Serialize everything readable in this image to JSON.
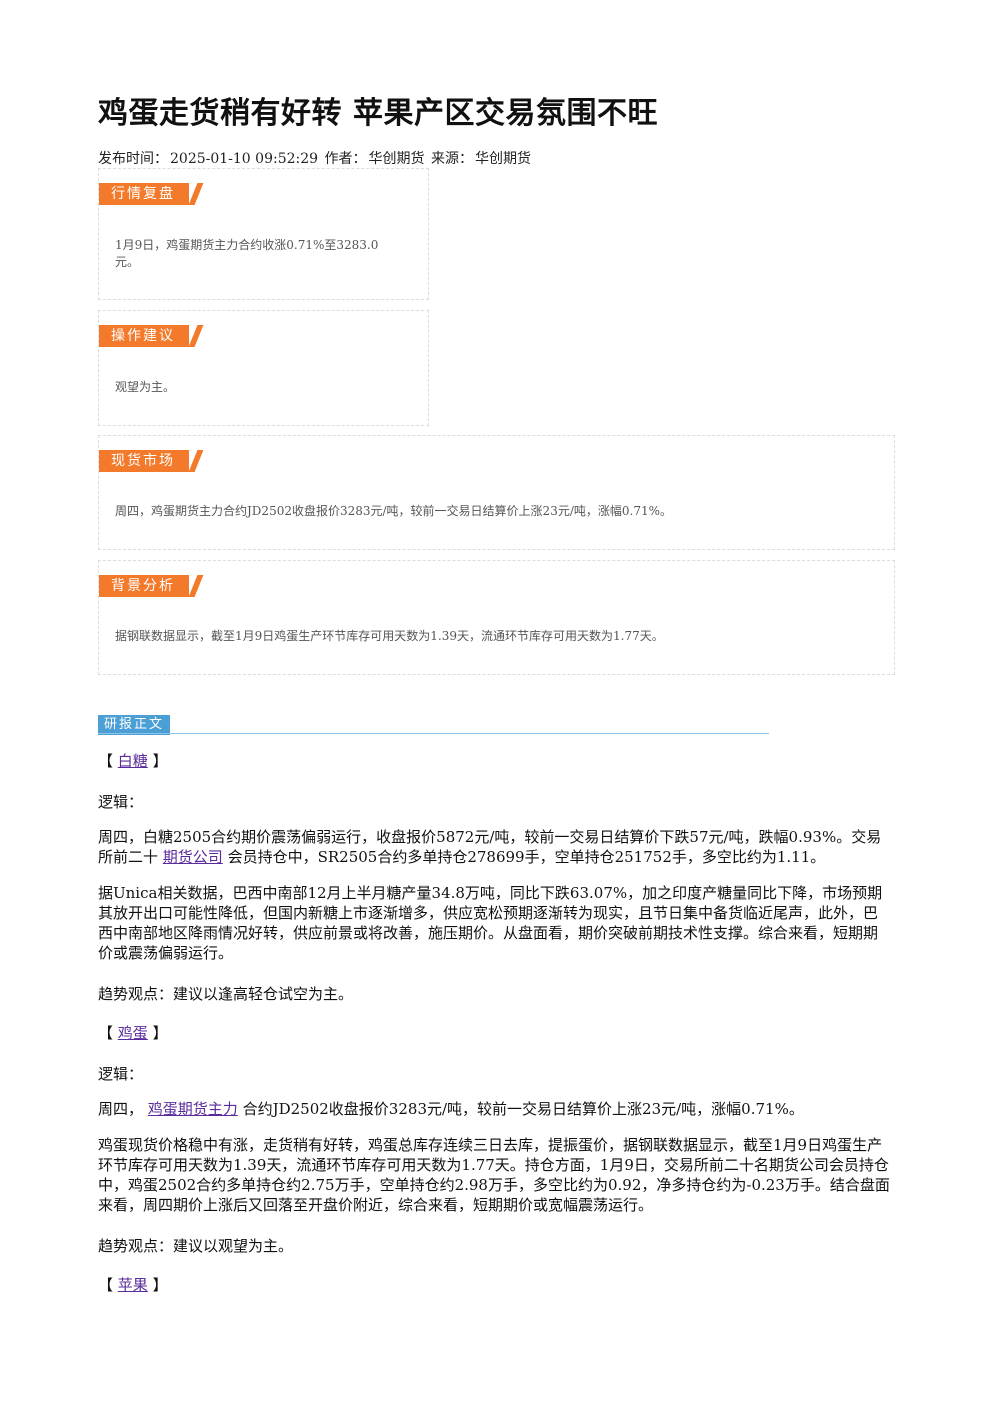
{
  "title": "鸡蛋走货稍有好转 苹果产区交易氛围不旺",
  "meta": {
    "publish_label": "发布时间：",
    "publish_time": "2025-01-10 09:52:29",
    "author_label": "作者：",
    "author": "华创期货",
    "source_label": "来源：",
    "source": "华创期货"
  },
  "cards": {
    "market_review": {
      "label": "行情复盘",
      "text": "1月9日，鸡蛋期货主力合约收涨0.71%至3283.0元。"
    },
    "operation": {
      "label": "操作建议",
      "text": "观望为主。"
    },
    "spot": {
      "label": "现货市场",
      "text": "周四，鸡蛋期货主力合约JD2502收盘报价3283元/吨，较前一交易日结算价上涨23元/吨，涨幅0.71%。"
    },
    "background": {
      "label": "背景分析",
      "text": "据钢联数据显示，截至1月9日鸡蛋生产环节库存可用天数为1.39天，流通环节库存可用天数为1.77天。"
    }
  },
  "report": {
    "tab_label": "研报正文",
    "bracket_open": "【",
    "bracket_close": "】",
    "logic_label": "逻辑：",
    "sugar": {
      "name": "白糖",
      "p1_a": "周四，白糖2505合约期价震荡偏弱运行，收盘报价5872元/吨，较前一交易日结算价下跌57元/吨，跌幅0.93%。交易所前二十",
      "p1_link": "期货公司",
      "p1_b": "会员持仓中，SR2505合约多单持仓278699手，空单持仓251752手，多空比约为1.11。",
      "p2": "据Unica相关数据，巴西中南部12月上半月糖产量34.8万吨，同比下跌63.07%，加之印度产糖量同比下降，市场预期其放开出口可能性降低，但国内新糖上市逐渐增多，供应宽松预期逐渐转为现实，且节日集中备货临近尾声，此外，巴西中南部地区降雨情况好转，供应前景或将改善，施压期价。从盘面看，期价突破前期技术性支撑。综合来看，短期期价或震荡偏弱运行。",
      "trend": "趋势观点：建议以逢高轻仓试空为主。"
    },
    "egg": {
      "name": "鸡蛋",
      "p1_a": "周四，",
      "p1_link": "鸡蛋期货主力",
      "p1_b": "合约JD2502收盘报价3283元/吨，较前一交易日结算价上涨23元/吨，涨幅0.71%。",
      "p2": "鸡蛋现货价格稳中有涨，走货稍有好转，鸡蛋总库存连续三日去库，提振蛋价，据钢联数据显示，截至1月9日鸡蛋生产环节库存可用天数为1.39天，流通环节库存可用天数为1.77天。持仓方面，1月9日，交易所前二十名期货公司会员持仓中，鸡蛋2502合约多单持仓约2.75万手，空单持仓约2.98万手，多空比约为0.92，净多持仓约为-0.23万手。结合盘面来看，周四期价上涨后又回落至开盘价附近，综合来看，短期期价或宽幅震荡运行。",
      "trend": "趋势观点：建议以观望为主。"
    },
    "apple": {
      "name": "苹果"
    }
  }
}
